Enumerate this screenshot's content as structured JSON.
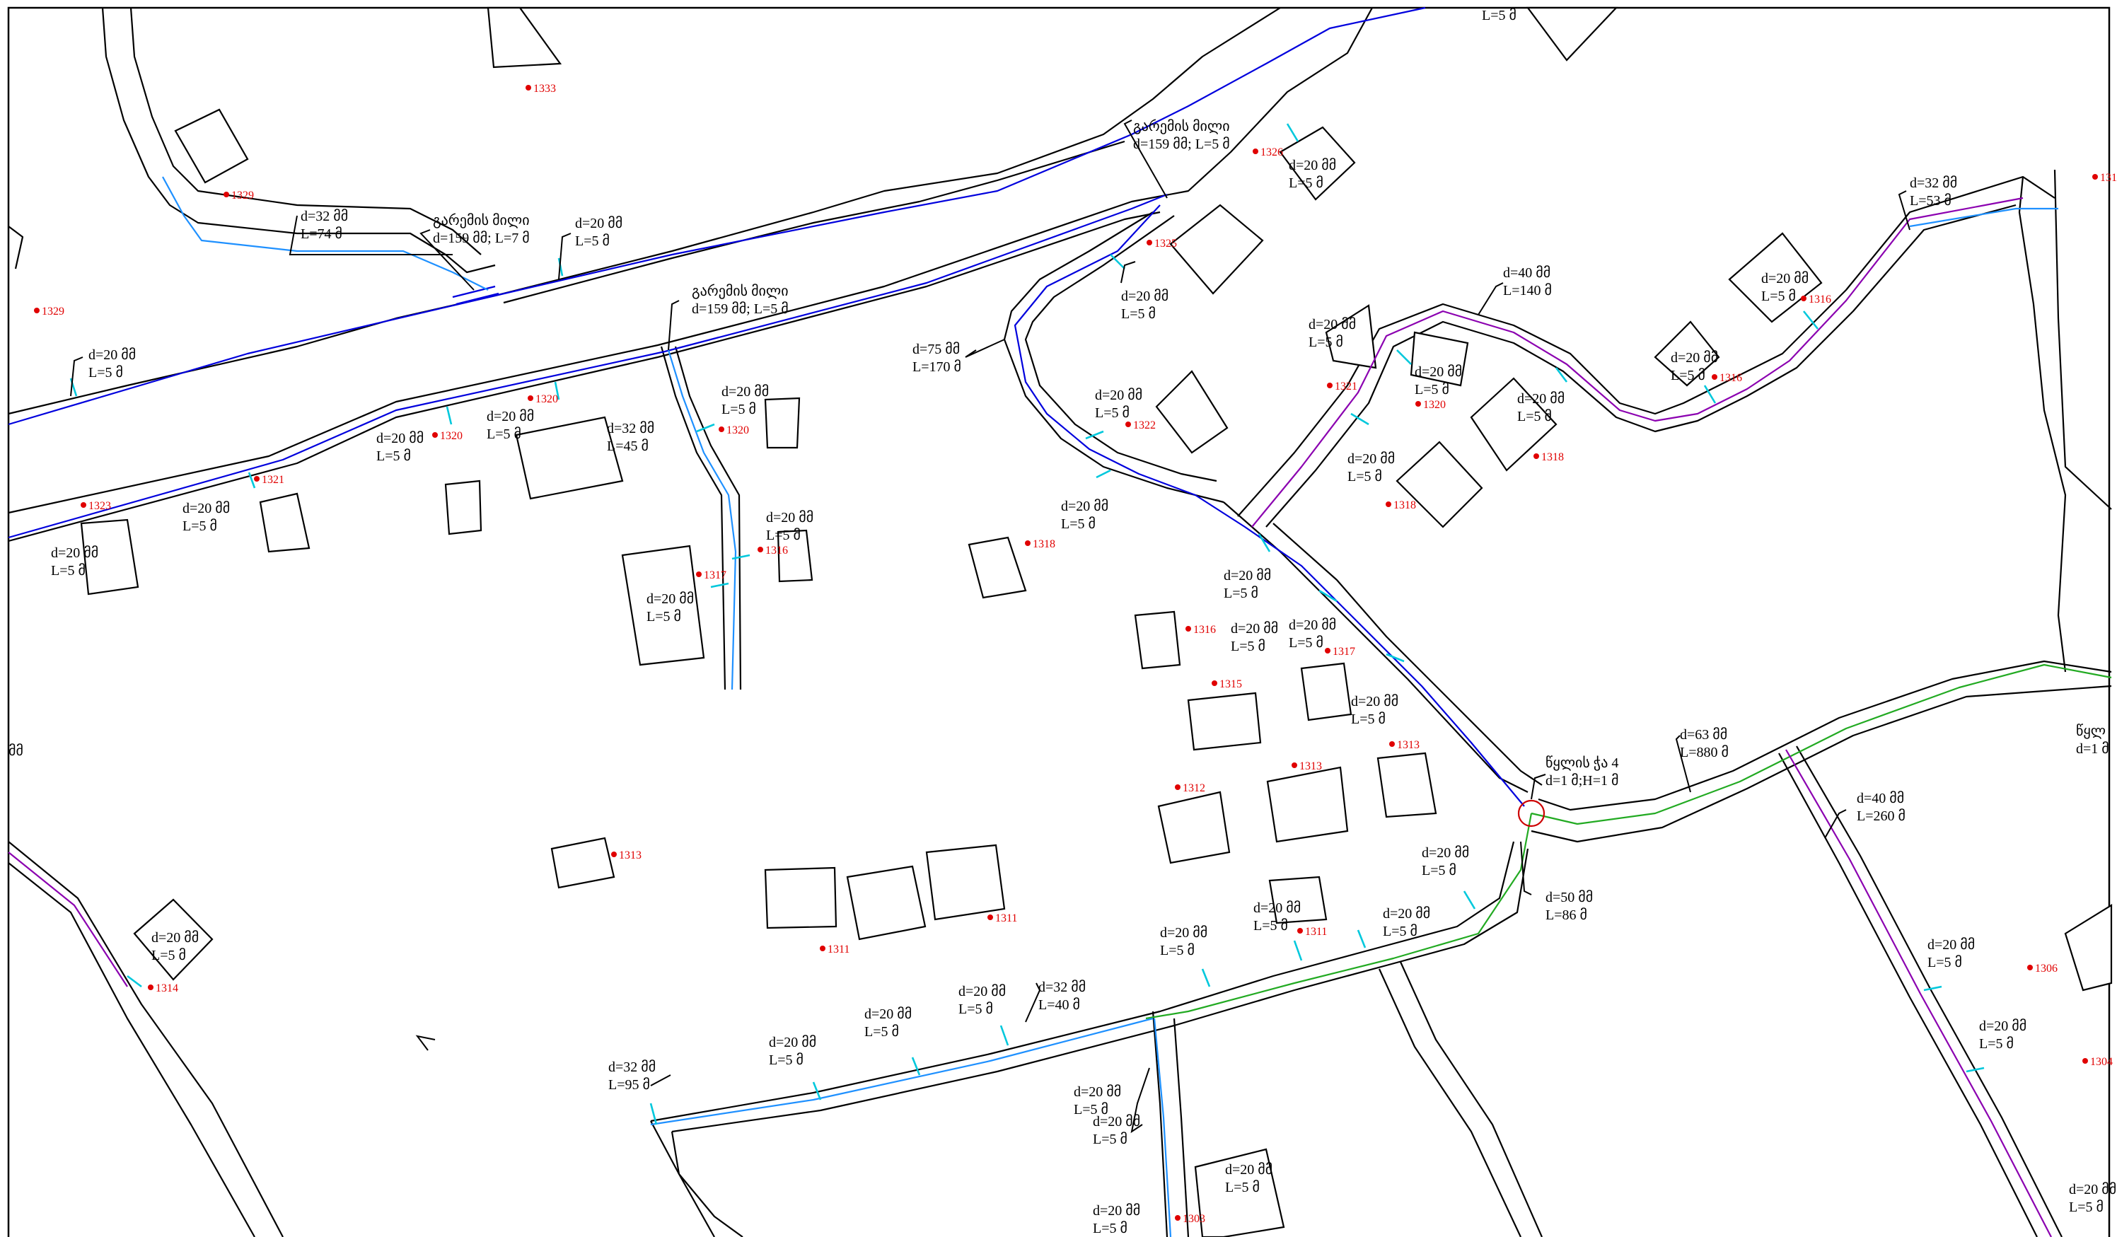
{
  "map": {
    "frame_color": "#000000",
    "colors": {
      "road": "#000000",
      "building": "#000000",
      "pipe_main": "#0000dd",
      "pipe_d32": "#1e90ff",
      "pipe_d40": "#8b00b0",
      "pipe_d63": "#22aa22",
      "service": "#00c8dc",
      "address": "#e00000",
      "tank": "#cc0000"
    },
    "pipe_labels": [
      {
        "id": "top-cut",
        "lines": [
          "L=5 მ"
        ]
      },
      {
        "id": "d32-74",
        "lines": [
          "d=32 მმ",
          "L=74 მ"
        ]
      },
      {
        "id": "crossing-1",
        "lines": [
          "გარემის მილი",
          "d=159 მმ; L=7 მ"
        ]
      },
      {
        "id": "d20-a",
        "lines": [
          "d=20 მმ",
          "L=5 მ"
        ]
      },
      {
        "id": "crossing-2",
        "lines": [
          "გარემის მილი",
          "d=159 მმ; L=5 მ"
        ]
      },
      {
        "id": "crossing-3",
        "lines": [
          "გარემის მილი",
          "d=159 მმ; L=5 მ"
        ]
      },
      {
        "id": "d20-b",
        "lines": [
          "d=20 მმ",
          "L=5 მ"
        ]
      },
      {
        "id": "d20-c",
        "lines": [
          "d=20 მმ",
          "L=5 მ"
        ]
      },
      {
        "id": "d20-d",
        "lines": [
          "d=20 მმ",
          "L=5 მ"
        ]
      },
      {
        "id": "d20-e",
        "lines": [
          "d=20 მმ",
          "L=5 მ"
        ]
      },
      {
        "id": "d20-f",
        "lines": [
          "d=20 მმ",
          "L=5 მ"
        ]
      },
      {
        "id": "d32-45",
        "lines": [
          "d=32 მმ",
          "L=45 მ"
        ]
      },
      {
        "id": "d20-g",
        "lines": [
          "d=20 მმ",
          "L=5 მ"
        ]
      },
      {
        "id": "d20-h",
        "lines": [
          "d=20 მმ",
          "L=5 მ"
        ]
      },
      {
        "id": "d20-i",
        "lines": [
          "d=20 მმ",
          "L=5 მ"
        ]
      },
      {
        "id": "d20-j",
        "lines": [
          "d=20 მმ",
          "L=5 მ"
        ]
      },
      {
        "id": "d20-k",
        "lines": [
          "d=20 მმ",
          "L=5 მ"
        ]
      },
      {
        "id": "d75-170",
        "lines": [
          "d=75 მმ",
          "L=170 მ"
        ]
      },
      {
        "id": "d20-l",
        "lines": [
          "d=20 მმ",
          "L=5 მ"
        ]
      },
      {
        "id": "d20-m",
        "lines": [
          "d=20 მმ",
          "L=5 მ"
        ]
      },
      {
        "id": "d20-n",
        "lines": [
          "d=20 მმ",
          "L=5 მ"
        ]
      },
      {
        "id": "d40-140",
        "lines": [
          "d=40 მმ",
          "L=140 მ"
        ]
      },
      {
        "id": "d20-o",
        "lines": [
          "d=20 მმ",
          "L=5 მ"
        ]
      },
      {
        "id": "d20-p",
        "lines": [
          "d=20 მმ",
          "L=5 მ"
        ]
      },
      {
        "id": "d20-q",
        "lines": [
          "d=20 მმ",
          "L=5 მ"
        ]
      },
      {
        "id": "d20-r",
        "lines": [
          "d=20 მმ",
          "L=5 მ"
        ]
      },
      {
        "id": "d20-s",
        "lines": [
          "d=20 მმ",
          "L=5 მ"
        ]
      },
      {
        "id": "d20-t",
        "lines": [
          "d=20 მმ",
          "L=5 მ"
        ]
      },
      {
        "id": "d20-u",
        "lines": [
          "d=20 მმ",
          "L=5 მ"
        ]
      },
      {
        "id": "d20-v",
        "lines": [
          "d=20 მმ",
          "L=5 მ"
        ]
      },
      {
        "id": "d32-53",
        "lines": [
          "d=32 მმ",
          "L=53 მ"
        ]
      },
      {
        "id": "d20-w",
        "lines": [
          "d=20 მმ",
          "L=5 მ"
        ]
      },
      {
        "id": "d20-x",
        "lines": [
          "d=20 მმ",
          "L=5 მ"
        ]
      },
      {
        "id": "tank",
        "lines": [
          "წყლის ჭა 4",
          "d=1 მ;H=1 მ"
        ]
      },
      {
        "id": "d63-880",
        "lines": [
          "d=63 მმ",
          "L=880 მ"
        ]
      },
      {
        "id": "d50-86",
        "lines": [
          "d=50 მმ",
          "L=86 მ"
        ]
      },
      {
        "id": "d40-260",
        "lines": [
          "d=40 მმ",
          "L=260 მ"
        ]
      },
      {
        "id": "edge-right",
        "lines": [
          "წყლ",
          "d=1 მ"
        ]
      },
      {
        "id": "edge-left",
        "lines": [
          "მმ"
        ]
      },
      {
        "id": "d20-y",
        "lines": [
          "d=20 მმ",
          "L=5 მ"
        ]
      },
      {
        "id": "d20-z",
        "lines": [
          "d=20 მმ",
          "L=5 მ"
        ]
      },
      {
        "id": "d20-aa",
        "lines": [
          "d=20 მმ",
          "L=5 მ"
        ]
      },
      {
        "id": "d20-ab",
        "lines": [
          "d=20 მმ",
          "L=5 მ"
        ]
      },
      {
        "id": "d20-ac",
        "lines": [
          "d=20 მმ",
          "L=5 მ"
        ]
      },
      {
        "id": "d20-ad",
        "lines": [
          "d=20 მმ",
          "L=5 მ"
        ]
      },
      {
        "id": "d20-ae",
        "lines": [
          "d=20 მმ",
          "L=5 მ"
        ]
      },
      {
        "id": "d32-95",
        "lines": [
          "d=32 მმ",
          "L=95 მ"
        ]
      },
      {
        "id": "d32-40",
        "lines": [
          "d=32 მმ",
          "L=40 მ"
        ]
      },
      {
        "id": "d20-af",
        "lines": [
          "d=20 მმ",
          "L=5 მ"
        ]
      },
      {
        "id": "d20-ag",
        "lines": [
          "d=20 მმ",
          "L=5 მ"
        ]
      },
      {
        "id": "d20-ah",
        "lines": [
          "d=20 მმ",
          "L=5 მ"
        ]
      },
      {
        "id": "d20-ai",
        "lines": [
          "d=20 მმ",
          "L=5 მ"
        ]
      },
      {
        "id": "d20-aj",
        "lines": [
          "d=20 მმ",
          "L=5 მ"
        ]
      },
      {
        "id": "d20-ak",
        "lines": [
          "d=20 მმ",
          "L=5 მ"
        ]
      },
      {
        "id": "d20-al",
        "lines": [
          "d=20 მმ",
          "L=5 მ"
        ]
      }
    ],
    "addresses": [
      "1333",
      "1329",
      "1329",
      "1326",
      "1325",
      "1320",
      "1320",
      "1320",
      "1321",
      "1323",
      "1317",
      "1316",
      "1322",
      "1318",
      "1321",
      "1320",
      "1318",
      "1318",
      "1316",
      "1316",
      "1317",
      "1315",
      "1313",
      "1313",
      "1312",
      "1313",
      "1311",
      "1311",
      "1311",
      "1314",
      "1303",
      "1306",
      "1304",
      "1316",
      "131"
    ]
  }
}
